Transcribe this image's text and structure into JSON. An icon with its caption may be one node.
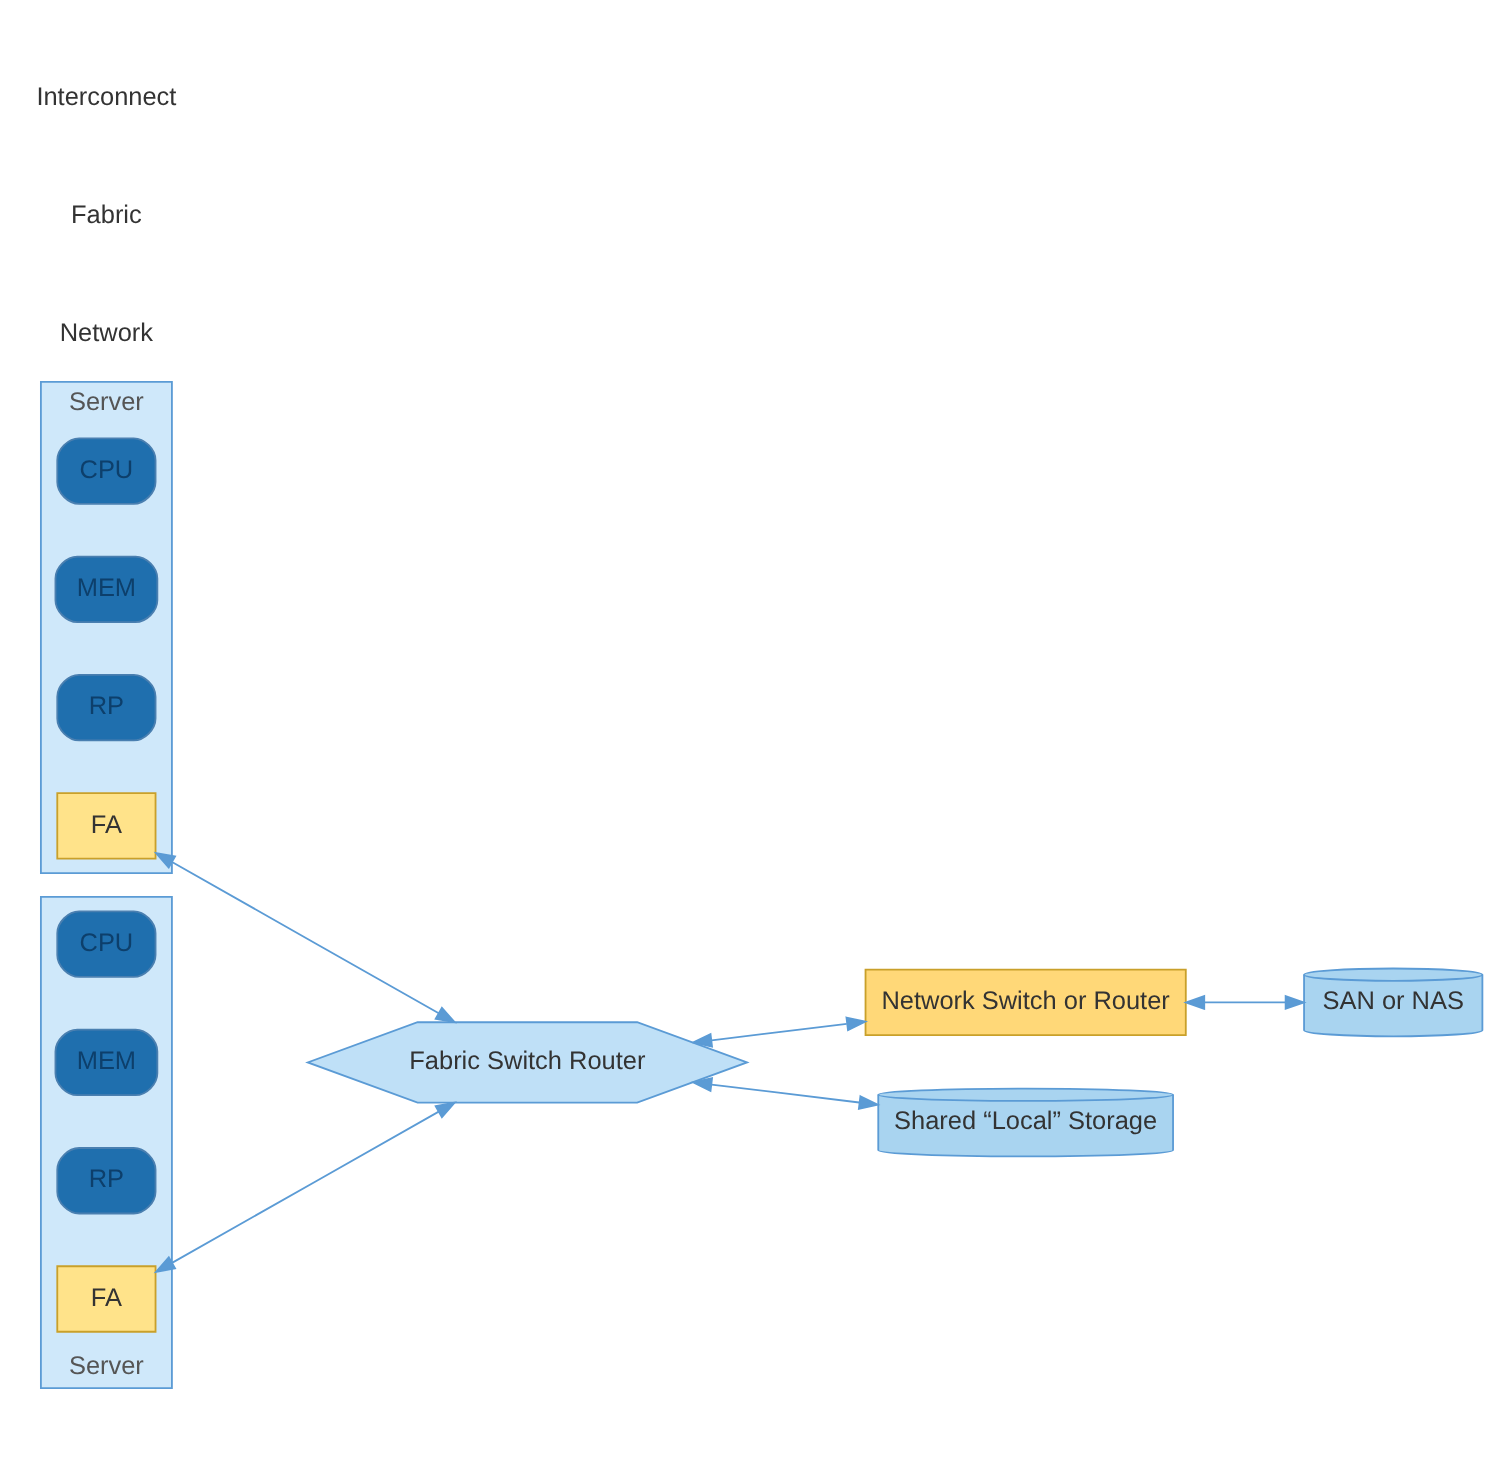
{
  "diagram": {
    "nodes": [
      {
        "text": [
          "Server"
        ]
      },
      {
        "text": [
          "CPU"
        ],
        "in": 0
      },
      {
        "text": [
          "MEM"
        ],
        "in": 0
      },
      {
        "text": [
          "RP"
        ],
        "in": 0
      },
      {
        "text": [
          "FA"
        ],
        "in": 0
      },
      {
        "text": [
          "Server"
        ]
      },
      {
        "text": [
          "CPU"
        ],
        "in": 5
      },
      {
        "text": [
          "MEM"
        ],
        "in": 5
      },
      {
        "text": [
          "RP"
        ],
        "in": 5
      },
      {
        "text": [
          "FA"
        ],
        "in": 5
      },
      {
        "text": [
          "Fabric Switch Router"
        ]
      },
      {
        "text": [
          "Network Switch or Router"
        ]
      },
      {
        "text": [
          "Shared “Local” Storage"
        ]
      },
      {
        "text": [
          "SAN or NAS"
        ]
      }
    ],
    "edges": [
      {
        "from": 4,
        "to": 10,
        "arrow": "both"
      },
      {
        "from": 9,
        "to": 10,
        "arrow": "both"
      },
      {
        "from": 10,
        "to": 12,
        "arrow": "both"
      },
      {
        "from": 10,
        "to": 11,
        "arrow": "both"
      },
      {
        "from": 11,
        "to": 13,
        "arrow": "both"
      }
    ],
    "labels": [
      "Interconnect",
      "Fabric",
      "Network"
    ]
  }
}
